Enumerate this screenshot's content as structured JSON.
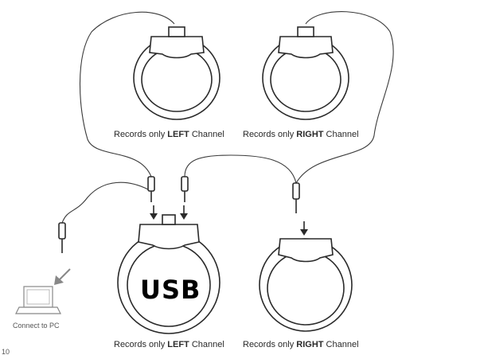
{
  "diagram": {
    "mics": [
      {
        "id": "top-left",
        "caption_pre": "Records only ",
        "caption_bold": "LEFT",
        "caption_post": " Channel"
      },
      {
        "id": "top-right",
        "caption_pre": "Records only ",
        "caption_bold": "RIGHT",
        "caption_post": " Channel"
      },
      {
        "id": "bottom-left",
        "caption_pre": "Records only ",
        "caption_bold": "LEFT",
        "caption_post": " Channel",
        "label": "USB"
      },
      {
        "id": "bottom-right",
        "caption_pre": "Records only ",
        "caption_bold": "RIGHT",
        "caption_post": " Channel"
      }
    ],
    "pc_label": "Connect to PC",
    "page_mark": "10"
  }
}
